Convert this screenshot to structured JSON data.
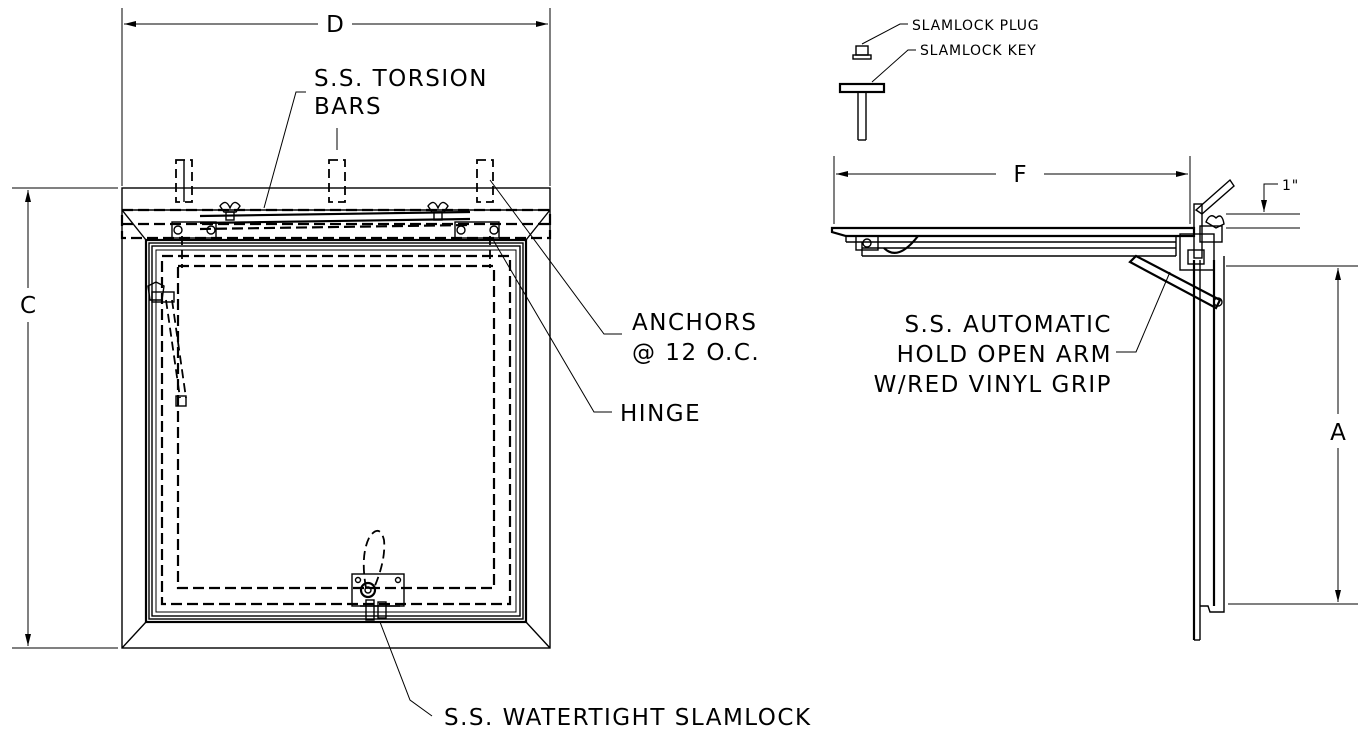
{
  "dimensions": {
    "d": "D",
    "c": "C",
    "f": "F",
    "a": "A",
    "one_inch": "1\""
  },
  "callouts": {
    "torsion_bars_line1": "S.S. TORSION",
    "torsion_bars_line2": "BARS",
    "anchors_line1": "ANCHORS",
    "anchors_line2": "@ 12 O.C.",
    "hinge": "HINGE",
    "slamlock": "S.S. WATERTIGHT SLAMLOCK",
    "hold_open_line1": "S.S. AUTOMATIC",
    "hold_open_line2": "HOLD OPEN ARM",
    "hold_open_line3": "W/RED VINYL GRIP",
    "slamlock_plug": "SLAMLOCK PLUG",
    "slamlock_key": "SLAMLOCK KEY"
  }
}
